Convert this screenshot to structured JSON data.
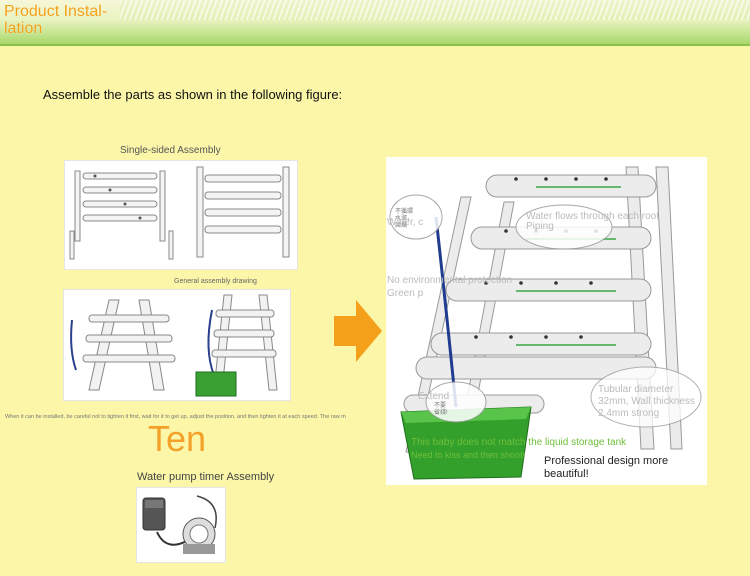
{
  "header": {
    "title": "Product Instal-lation"
  },
  "intro": "Assemble the parts as shown in the following figure:",
  "captions": {
    "single_sided": "Single-sided Assembly",
    "general": "General assembly drawing",
    "note": "When it can be installed, be careful not to tighten it first, wait for it to get up, adjust the position, and then tighten it at each speed. The raw m",
    "ten": "Ten",
    "pump": "Water pump timer Assembly"
  },
  "callouts": {
    "water_cjk": "不循環\n水漲，\n腐爛",
    "water": "Water, c",
    "flows": "Water flows through each root",
    "piping": "Piping",
    "no_env": "No environmental protection",
    "green": "Green p",
    "extend_cjk": "不要\n省錢!",
    "extend": "Extend",
    "tubular": "Tubular diameter\n32mm, Wall thickness\n2.4mm strong",
    "baby": "This baby does not match the liquid storage tank",
    "kiss": "Need to kiss and then shoot!",
    "professional": "Professional design more\nbeautiful!"
  },
  "colors": {
    "background": "#fbf6a8",
    "accent": "#f2a016",
    "header_green": "#8bc34a",
    "pipe": "#e4e4e4",
    "tank": "#33a02c"
  }
}
